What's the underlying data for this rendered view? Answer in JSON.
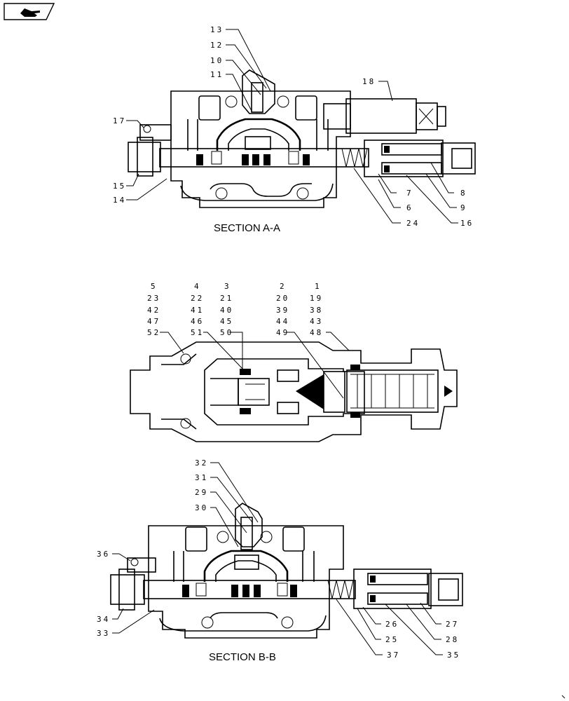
{
  "nav": {
    "icon": "hand-pointer-icon"
  },
  "section_aa": {
    "title": "SECTION  A-A",
    "callouts": [
      "13",
      "12",
      "10",
      "11",
      "18",
      "17",
      "15",
      "14",
      "7",
      "8",
      "6",
      "9",
      "24",
      "16"
    ]
  },
  "section_mid": {
    "callouts": [
      "5",
      "4",
      "3",
      "2",
      "1",
      "23",
      "22",
      "21",
      "20",
      "19",
      "42",
      "41",
      "40",
      "39",
      "38",
      "47",
      "46",
      "45",
      "44",
      "43",
      "52",
      "51",
      "50",
      "49",
      "48"
    ]
  },
  "section_bb": {
    "title": "SECTION  B-B",
    "callouts": [
      "32",
      "31",
      "29",
      "30",
      "36",
      "34",
      "33",
      "26",
      "27",
      "25",
      "28",
      "37",
      "35"
    ]
  }
}
